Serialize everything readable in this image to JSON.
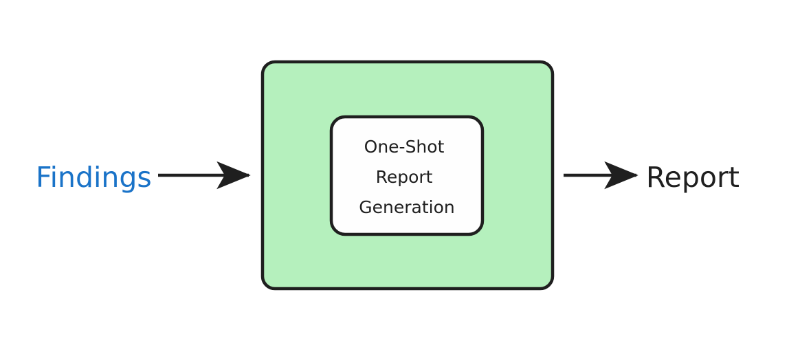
{
  "diagram": {
    "type": "flowchart",
    "orientation": "left-to-right",
    "background_color": "#ffffff",
    "nodes": [
      {
        "id": "findings",
        "label": "Findings",
        "shape": "text",
        "text_color": "#1a73c8"
      },
      {
        "id": "pipeline",
        "label": "",
        "shape": "rounded-rectangle",
        "fill_color": "#b5f0bd",
        "stroke_color": "#1f1f1f"
      },
      {
        "id": "one-shot-report-generation",
        "label_lines": [
          "One-Shot",
          "Report",
          "Generation"
        ],
        "shape": "rounded-rectangle",
        "fill_color": "#fefefe",
        "stroke_color": "#1f1f1f"
      },
      {
        "id": "report",
        "label": "Report",
        "shape": "text",
        "text_color": "#1f1f1f"
      }
    ],
    "edges": [
      {
        "id": "findings-to-pipeline",
        "from": "findings",
        "to": "pipeline",
        "label": "",
        "arrowhead": "filled-triangle",
        "stroke_color": "#1f1f1f"
      },
      {
        "id": "pipeline-to-report",
        "from": "pipeline",
        "to": "report",
        "label": "",
        "arrowhead": "filled-triangle",
        "stroke_color": "#1f1f1f"
      }
    ]
  }
}
